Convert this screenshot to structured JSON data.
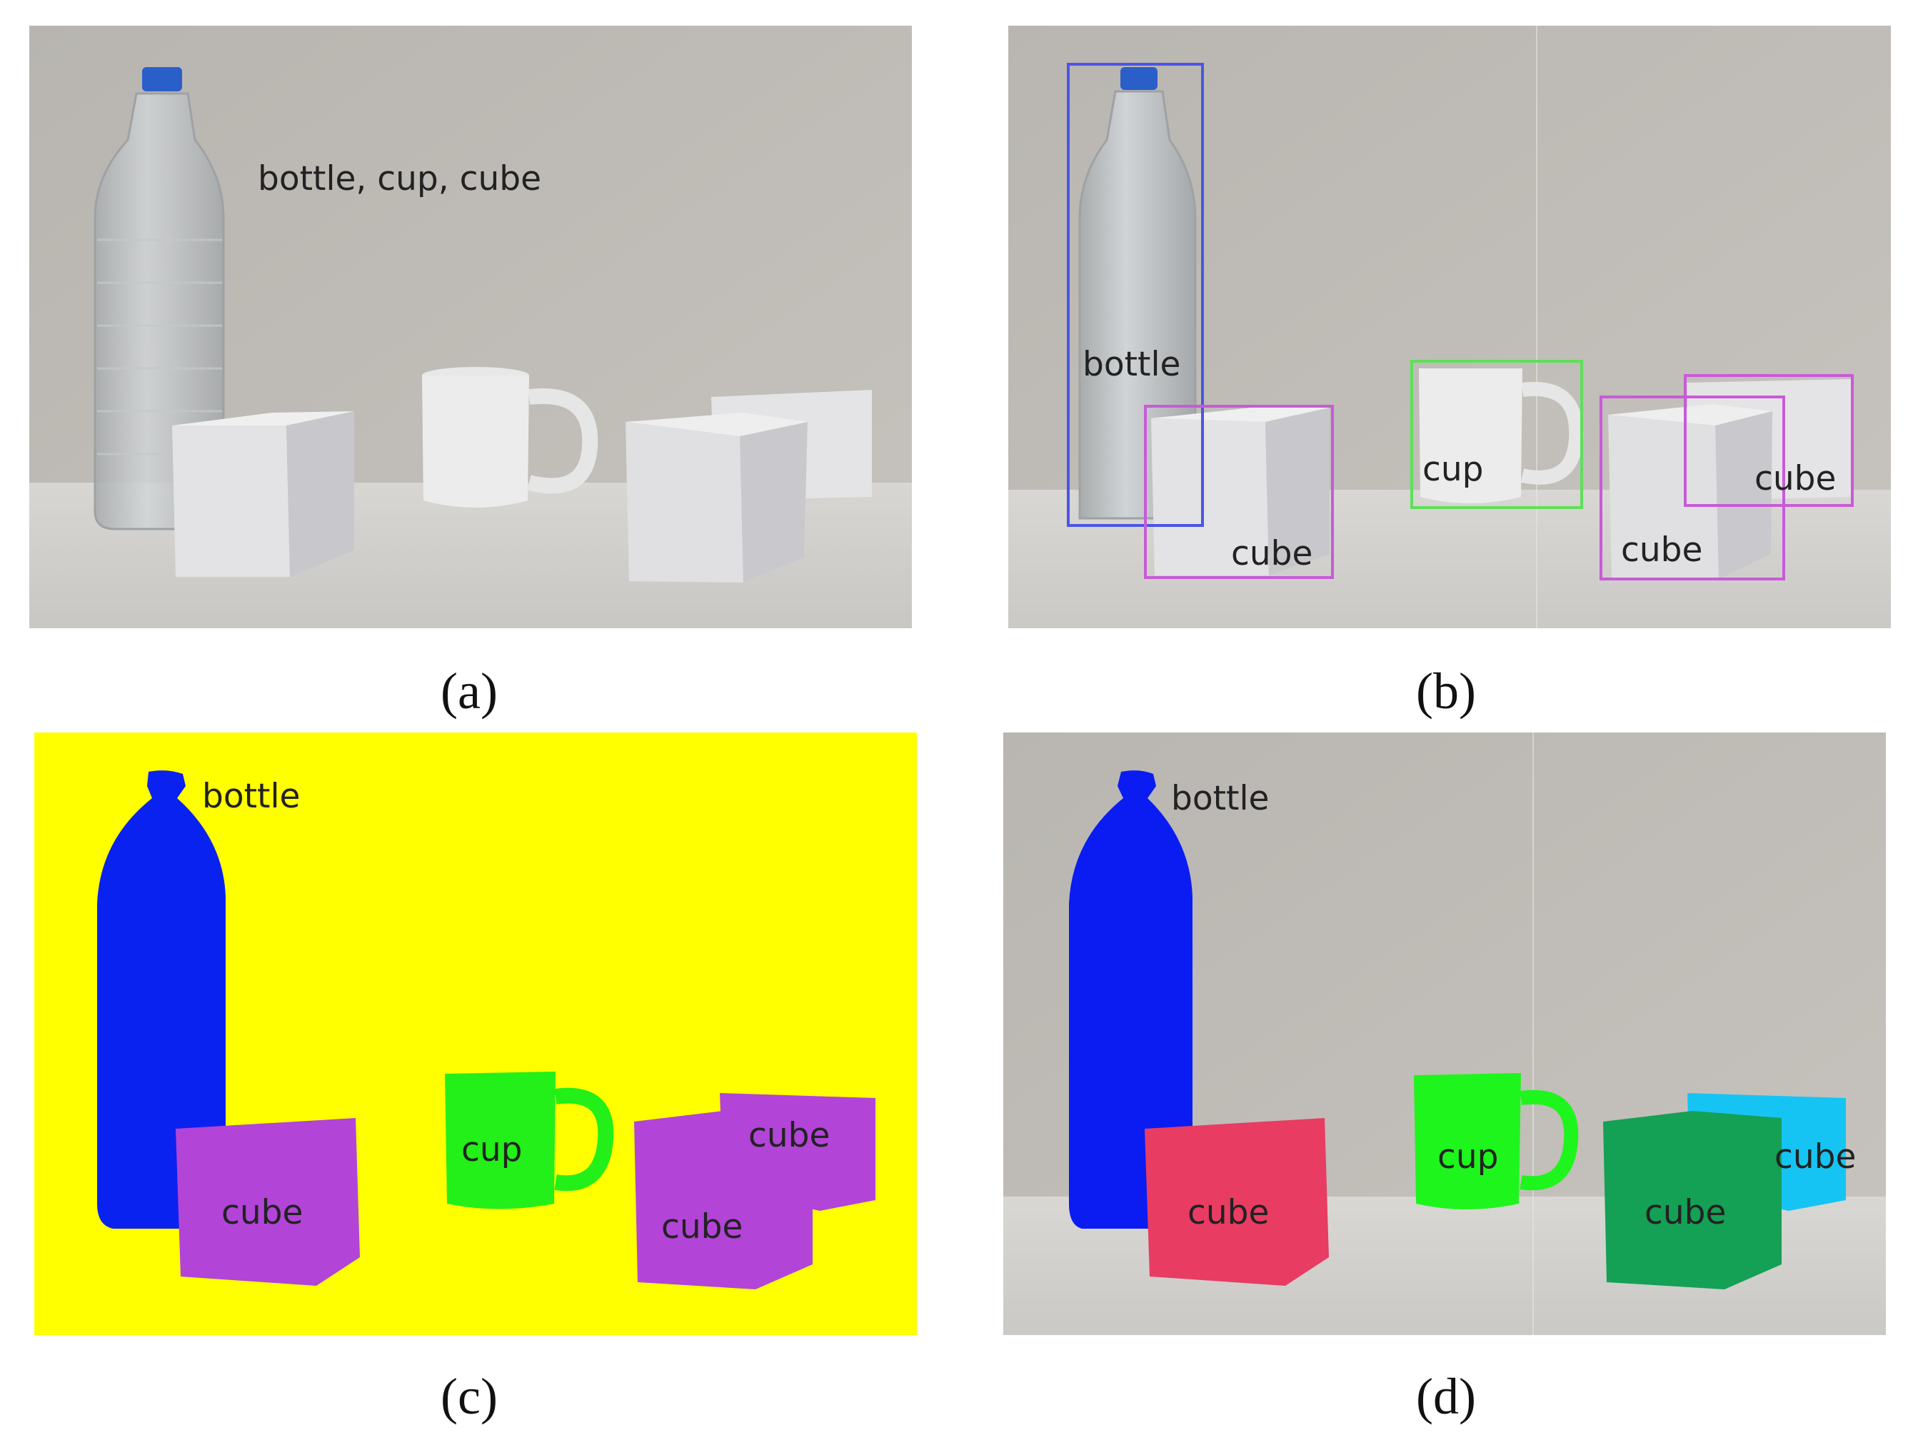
{
  "panels": {
    "a": {
      "caption": "(a)",
      "prompt_text": "bottle, cup, cube"
    },
    "b": {
      "caption": "(b)",
      "labels": {
        "bottle": "bottle",
        "cup": "cup",
        "cube_left": "cube",
        "cube_front": "cube",
        "cube_back": "cube"
      },
      "box_colors": {
        "bottle": "#4a55e8",
        "cup": "#5ee05a",
        "cube": "#c85ad8"
      }
    },
    "c": {
      "caption": "(c)",
      "labels": {
        "bottle": "bottle",
        "cup": "cup",
        "cube_left": "cube",
        "cube_back": "cube",
        "cube_front": "cube"
      },
      "colors": {
        "background": "#ffff00",
        "bottle": "#0a22f0",
        "cup": "#22f018",
        "cube": "#b244d8"
      }
    },
    "d": {
      "caption": "(d)",
      "labels": {
        "bottle": "bottle",
        "cup": "cup",
        "cube_left": "cube",
        "cube_front": "cube",
        "cube_back": "cube"
      },
      "colors": {
        "bottle": "#0a1cf2",
        "cup": "#1ef51c",
        "cube_left": "#e83c63",
        "cube_front": "#14a055",
        "cube_back": "#16c4f4"
      }
    }
  }
}
